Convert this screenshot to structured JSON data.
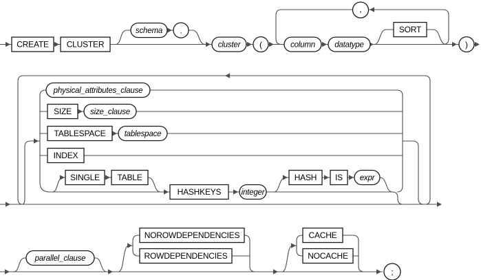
{
  "diagram_type": "sql-syntax-railroad-diagram",
  "colors": {
    "background": "#ffffff",
    "rail_line": "#4d4d4d",
    "shape_border": "#1a1a1a",
    "text": "#000000"
  },
  "row1": {
    "create": "CREATE",
    "cluster_keyword": "CLUSTER",
    "schema": "schema",
    "dot": ".",
    "cluster": "cluster",
    "left_paren": "(",
    "comma": ",",
    "column": "column",
    "datatype": "datatype",
    "sort": "SORT",
    "right_paren": ")"
  },
  "row2": {
    "physical_attributes_clause": "physical_attributes_clause",
    "size": "SIZE",
    "size_clause": "size_clause",
    "tablespace_keyword": "TABLESPACE",
    "tablespace": "tablespace",
    "index": "INDEX",
    "single": "SINGLE",
    "table": "TABLE",
    "hashkeys": "HASHKEYS",
    "integer": "integer",
    "hash": "HASH",
    "is": "IS",
    "expr": "expr"
  },
  "row3": {
    "parallel_clause": "parallel_clause",
    "norowdependencies": "NOROWDEPENDENCIES",
    "rowdependencies": "ROWDEPENDENCIES",
    "cache": "CACHE",
    "nocache": "NOCACHE",
    "semicolon": ";"
  }
}
